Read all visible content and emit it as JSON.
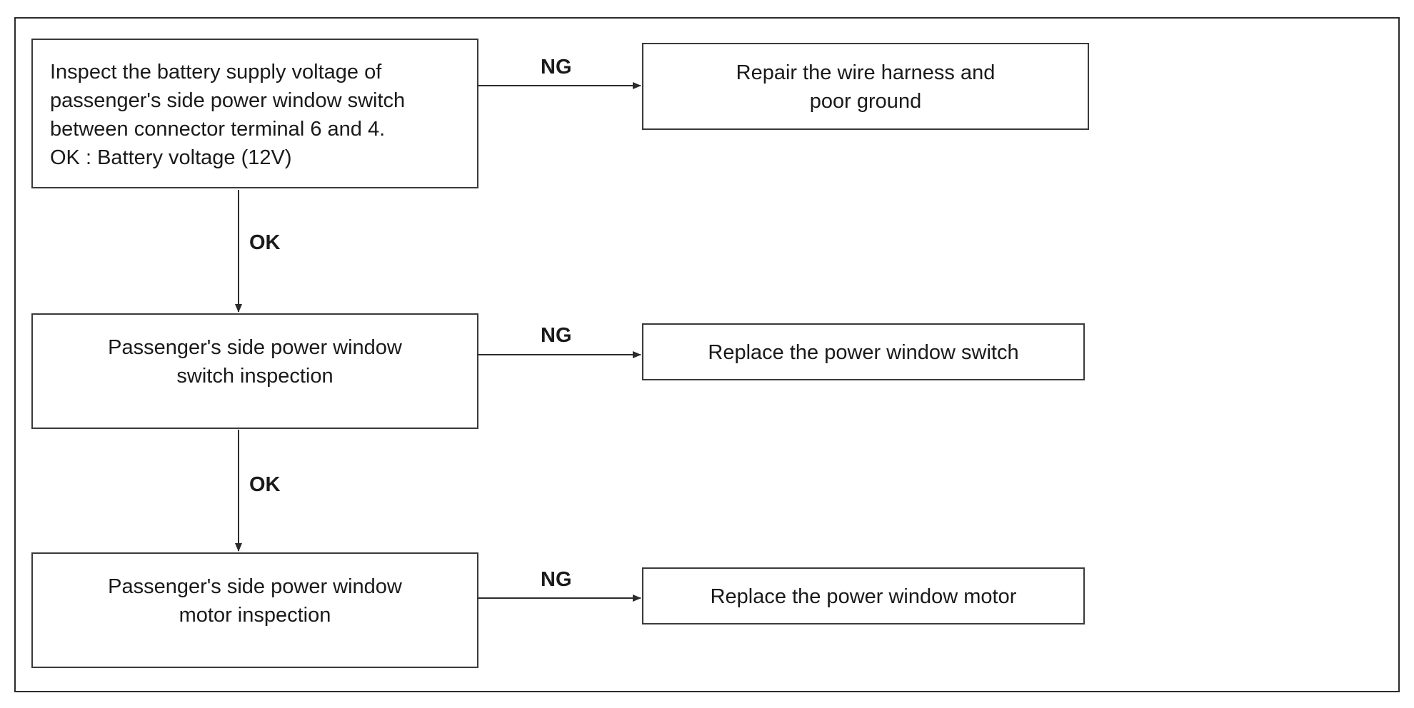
{
  "steps": [
    {
      "lines": [
        "Inspect the battery supply voltage of",
        "passenger's side power window switch",
        "between connector terminal 6 and 4.",
        "OK : Battery voltage (12V)"
      ]
    },
    {
      "lines": [
        "Passenger's side power window",
        "switch inspection"
      ]
    },
    {
      "lines": [
        "Passenger's side power window",
        "motor inspection"
      ]
    }
  ],
  "outcomes": [
    {
      "lines": [
        "Repair the wire harness and",
        "poor ground"
      ]
    },
    {
      "lines": [
        "Replace the power window switch"
      ]
    },
    {
      "lines": [
        "Replace the power window motor"
      ]
    }
  ],
  "labels": {
    "ng": "NG",
    "ok": "OK"
  },
  "colors": {
    "line": "#2b2b2b",
    "border": "#3a3a3a"
  }
}
